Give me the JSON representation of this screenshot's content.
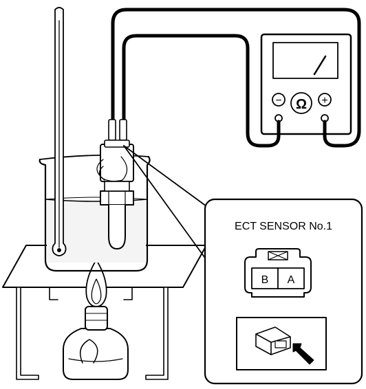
{
  "callout": {
    "title": "ECT SENSOR No.1",
    "pin_b": "B",
    "pin_a": "A"
  },
  "meter": {
    "minus_symbol": "−",
    "ohm_symbol": "Ω",
    "plus_symbol": "+"
  }
}
